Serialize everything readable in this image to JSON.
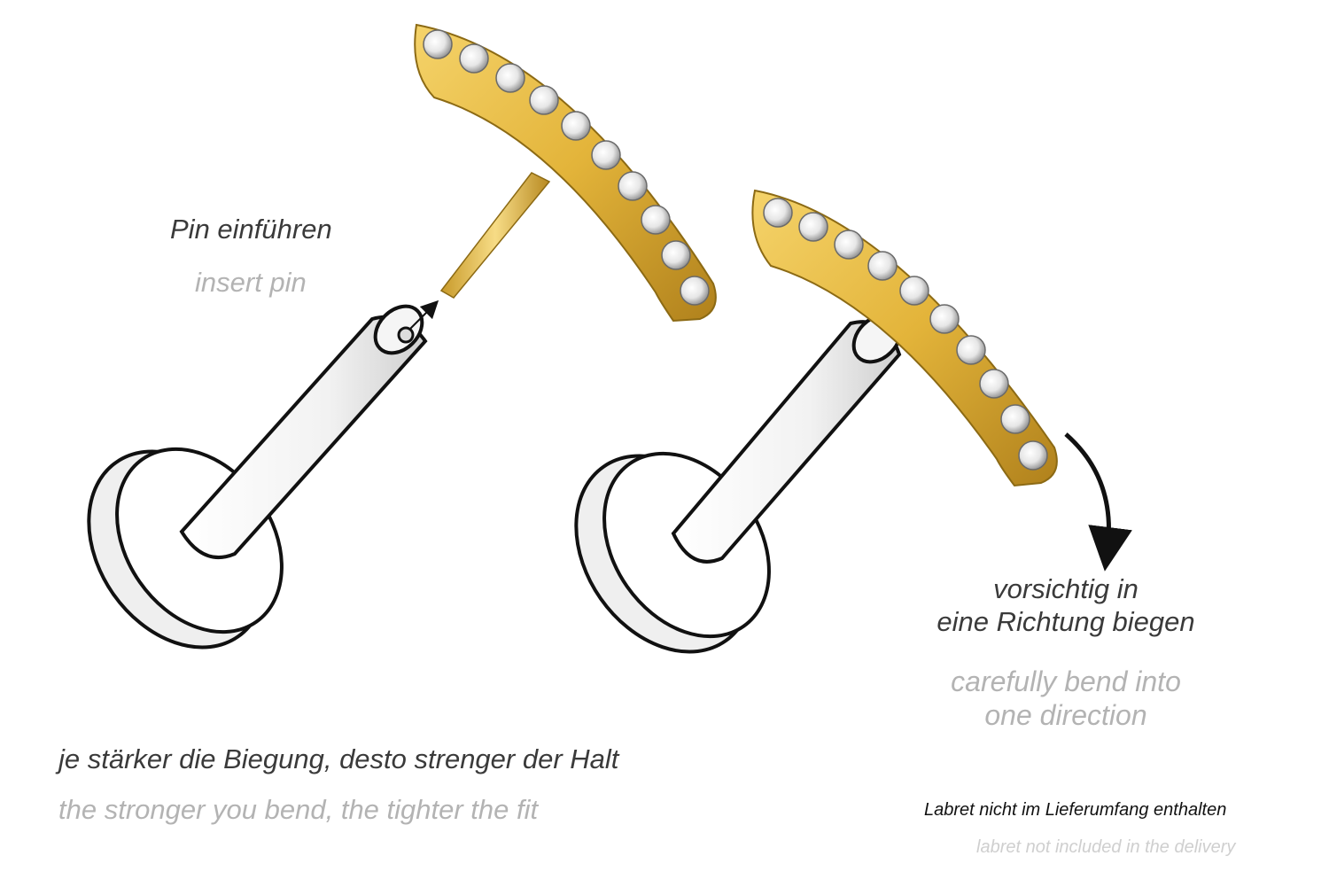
{
  "labels": {
    "insert_pin_de": "Pin einführen",
    "insert_pin_en": "insert pin",
    "bend_de_line1": "vorsichtig in",
    "bend_de_line2": "eine Richtung biegen",
    "bend_en_line1": "carefully bend into",
    "bend_en_line2": "one direction",
    "fit_de": "je stärker die Biegung, desto strenger der Halt",
    "fit_en": "the stronger you bend, the tighter the fit",
    "labret_de": "Labret nicht im Lieferumfang enthalten",
    "labret_en": "labret not included in the delivery"
  },
  "colors": {
    "gold": "#e3b43a",
    "gold_dark": "#b0811c",
    "outline": "#111111",
    "label_primary": "#3a3a3a",
    "label_secondary": "#b3b3b3"
  }
}
